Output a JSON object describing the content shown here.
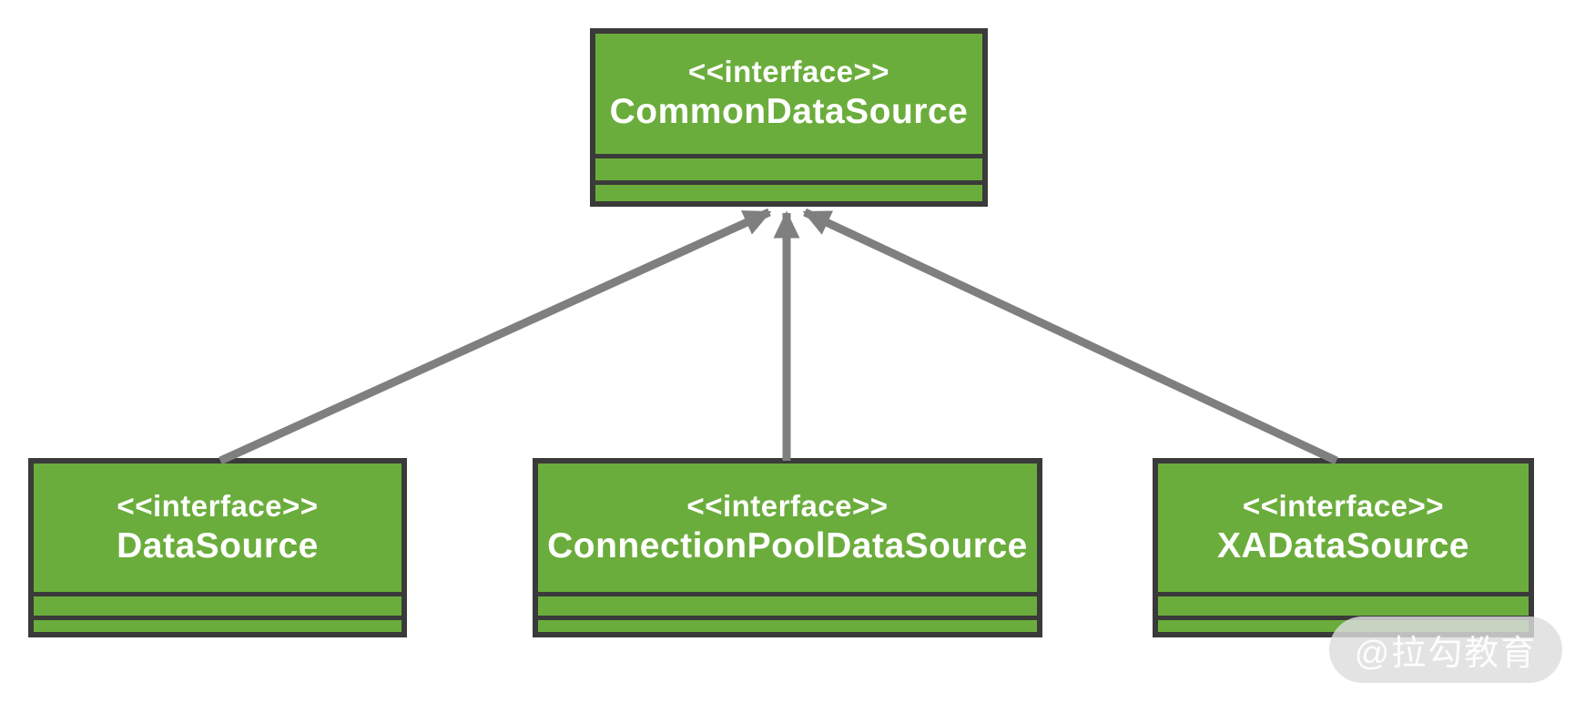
{
  "diagram": {
    "type": "uml-class-diagram",
    "classes": [
      {
        "id": "common",
        "stereotype": "<<interface>>",
        "name": "CommonDataSource"
      },
      {
        "id": "datasource",
        "stereotype": "<<interface>>",
        "name": "DataSource"
      },
      {
        "id": "pool",
        "stereotype": "<<interface>>",
        "name": "ConnectionPoolDataSource"
      },
      {
        "id": "xa",
        "stereotype": "<<interface>>",
        "name": "XADataSource"
      }
    ],
    "relations": [
      {
        "from": "DataSource",
        "to": "CommonDataSource",
        "type": "generalization-arrow"
      },
      {
        "from": "ConnectionPoolDataSource",
        "to": "CommonDataSource",
        "type": "generalization-arrow"
      },
      {
        "from": "XADataSource",
        "to": "CommonDataSource",
        "type": "generalization-arrow"
      }
    ],
    "colors": {
      "box_fill": "#6BAD3C",
      "box_border": "#3A3A3A",
      "arrow": "#7F7F7F",
      "text": "#FFFFFF"
    }
  },
  "watermark": {
    "text": "@拉勾教育"
  }
}
